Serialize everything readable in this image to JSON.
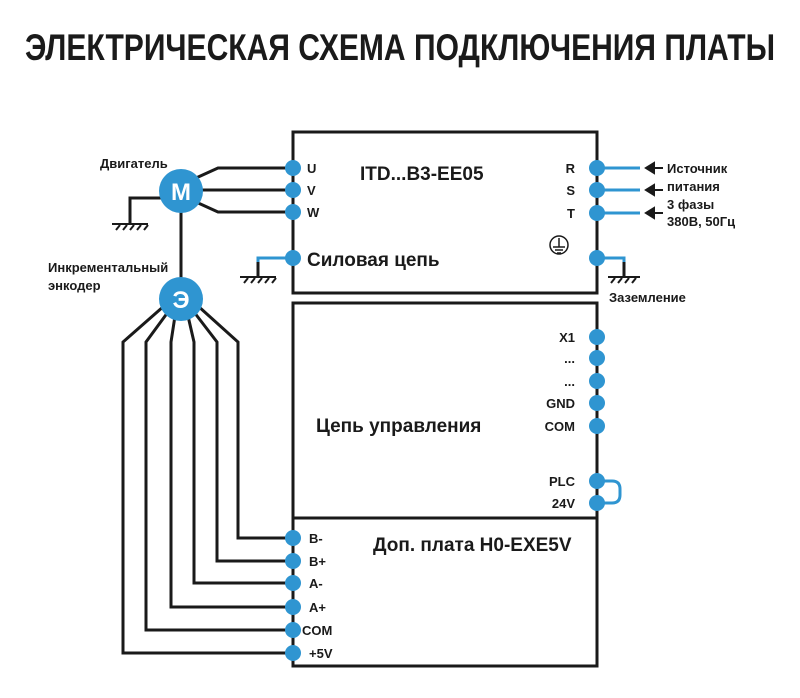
{
  "title": "ЭЛЕКТРИЧЕСКАЯ СХЕМА ПОДКЛЮЧЕНИЯ ПЛАТЫ",
  "colors": {
    "accent": "#2f95d1",
    "line": "#1a1a1a"
  },
  "motor": {
    "label": "Двигатель",
    "symbol": "М"
  },
  "encoder": {
    "label_line1": "Инкрементальный",
    "label_line2": "энкодер",
    "symbol": "Э"
  },
  "power_block": {
    "title": "ITD...B3-EE05",
    "circuit_label": "Силовая цепь",
    "motor_pins": [
      "U",
      "V",
      "W"
    ],
    "supply_pins": [
      "R",
      "S",
      "T"
    ],
    "supply_label": [
      "Источник",
      "питания",
      "3 фазы",
      "380В, 50Гц"
    ],
    "ground_label": "Заземление",
    "earth_icon": "protective-earth-icon"
  },
  "control_block": {
    "title": "Цепь управления",
    "pins": [
      "X1",
      "...",
      "...",
      "GND",
      "COM",
      "PLC",
      "24V"
    ]
  },
  "option_board": {
    "title": "Доп. плата H0-EXE5V",
    "pins": [
      "B-",
      "B+",
      "A-",
      "A+",
      "COM",
      "+5V"
    ]
  }
}
